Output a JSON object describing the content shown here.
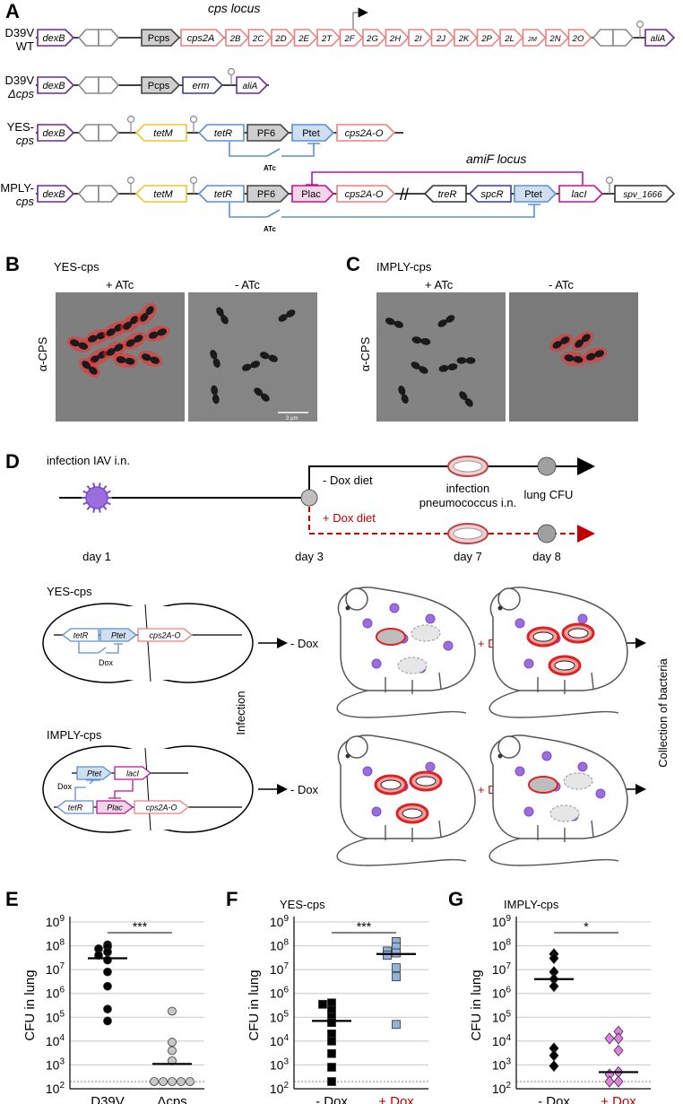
{
  "panels": {
    "a": "A",
    "b": "B",
    "c": "C",
    "d": "D",
    "e": "E",
    "f": "F",
    "g": "G"
  },
  "panel_a": {
    "locus_title": "cps locus",
    "amif_title": "amiF locus",
    "rows": [
      {
        "label_line1": "D39V",
        "label_line2": "WT"
      },
      {
        "label_line1": "D39V",
        "label_line2": "Δcps"
      },
      {
        "label_line1": "YES-",
        "label_line2": "cps"
      },
      {
        "label_line1": "IMPLY-",
        "label_line2": "cps"
      }
    ],
    "genes": {
      "dexB": "dexB",
      "pcps": "Pcps",
      "cps2A": "cps2A",
      "cps_genes": [
        "2B",
        "2C",
        "2D",
        "2E",
        "2T",
        "2F",
        "2G",
        "2H",
        "2I",
        "2J",
        "2K",
        "2P",
        "2L",
        "2M",
        "2N",
        "2O"
      ],
      "aliA": "aliA",
      "erm": "erm",
      "tetM": "tetM",
      "tetR": "tetR",
      "pf6": "PF6",
      "ptet": "Ptet",
      "cps2AO": "cps2A-O",
      "plac": "Plac",
      "treR": "treR",
      "spcR": "spcR",
      "lacI": "lacI",
      "spv": "spv_1666"
    },
    "atc": "ATc"
  },
  "panel_b": {
    "title": "YES-cps",
    "left": "+ ATc",
    "right": "- ATc",
    "ylabel": "α-CPS",
    "scale": "3 μm"
  },
  "panel_c": {
    "title": "IMPLY-cps",
    "left": "+ ATc",
    "right": "- ATc",
    "ylabel": "α-CPS"
  },
  "panel_d": {
    "infection_iav": "infection IAV i.n.",
    "minus_dox_diet": "- Dox diet",
    "plus_dox_diet": "+ Dox diet",
    "infection_pneumo_1": "infection",
    "infection_pneumo_2": "pneumococcus i.n.",
    "lung_cfu": "lung CFU",
    "day1": "day 1",
    "day3": "day 3",
    "day7": "day 7",
    "day8": "day 8",
    "yes_title": "YES-cps",
    "imply_title": "IMPLY-cps",
    "infection_vertical": "Infection",
    "collection": "Collection of bacteria",
    "minus_dox": "- Dox",
    "plus_dox": "+ Dox",
    "dox": "Dox",
    "cell_tetR": "tetR",
    "cell_ptet": "Ptet",
    "cell_cps": "cps2A-O",
    "cell_laci": "lacI",
    "cell_plac": "Plac"
  },
  "colors": {
    "purple": "#6a2c8c",
    "red_gene": "#e8807f",
    "yellow": "#e8c82e",
    "blue": "#5a8fd0",
    "magenta": "#c3128f",
    "dark_blue": "#3a3a90",
    "gray": "#888888",
    "dark_red": "#c00000",
    "square_blue": "#8fb3d9",
    "diamond_pink": "#e080e0"
  },
  "chart_data": [
    {
      "type": "scatter",
      "panel": "E",
      "ylabel": "CFU in lung",
      "log_scale": true,
      "ylim": [
        100,
        1000000000
      ],
      "detection_limit": 200,
      "categories": [
        "D39V",
        "Δcps"
      ],
      "series": [
        {
          "category": "D39V",
          "marker": "circle-black",
          "median": 30000000,
          "values": [
            110000000,
            90000000,
            75000000,
            55000000,
            40000000,
            25000000,
            8000000,
            2000000,
            220000,
            70000
          ]
        },
        {
          "category": "Δcps",
          "marker": "circle-gray",
          "median": 1100,
          "values": [
            180000,
            9000,
            4000,
            1500,
            200,
            200,
            200,
            200,
            200
          ]
        }
      ],
      "significance": "***"
    },
    {
      "type": "scatter",
      "panel": "F",
      "title": "YES-cps",
      "ylabel": "CFU in lung",
      "log_scale": true,
      "ylim": [
        100,
        1000000000
      ],
      "detection_limit": 200,
      "categories": [
        "- Dox",
        "+ Dox"
      ],
      "series": [
        {
          "category": "- Dox",
          "marker": "square-black",
          "median": 70000,
          "values": [
            400000,
            350000,
            200000,
            100000,
            60000,
            20000,
            10000,
            3000,
            800,
            200
          ]
        },
        {
          "category": "+ Dox",
          "marker": "square-blue",
          "median": 45000000,
          "values": [
            150000000,
            90000000,
            60000000,
            50000000,
            40000000,
            12000000,
            5000000,
            50000
          ]
        }
      ],
      "significance": "***"
    },
    {
      "type": "scatter",
      "panel": "G",
      "title": "IMPLY-cps",
      "ylabel": "CFU in lung",
      "log_scale": true,
      "ylim": [
        100,
        1000000000
      ],
      "detection_limit": 200,
      "categories": [
        "- Dox",
        "+ Dox"
      ],
      "series": [
        {
          "category": "- Dox",
          "marker": "diamond-black",
          "median": 4000000,
          "values": [
            45000000,
            30000000,
            8000000,
            4000000,
            2000000,
            5000,
            2500,
            900
          ]
        },
        {
          "category": "+ Dox",
          "marker": "diamond-pink",
          "median": 500,
          "values": [
            25000,
            13000,
            13000,
            4000,
            500,
            400,
            200,
            200
          ]
        }
      ],
      "significance": "*"
    }
  ]
}
